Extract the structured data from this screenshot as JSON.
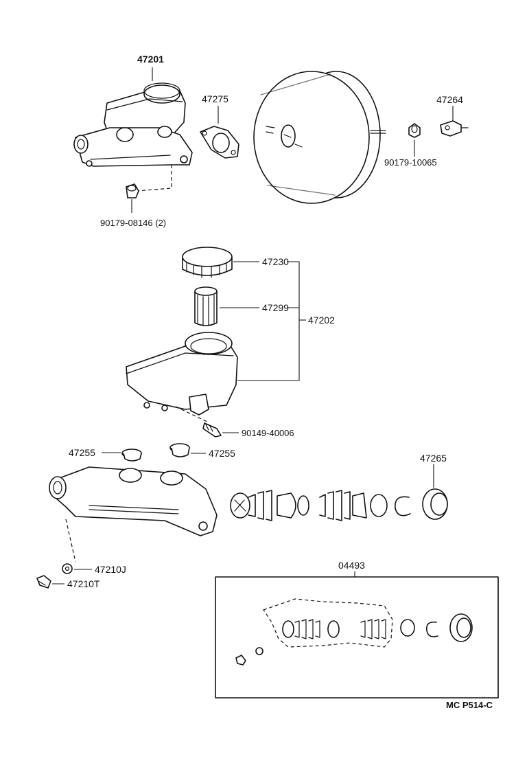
{
  "parts": {
    "reservoir_assy": "47201",
    "gasket": "47275",
    "clevis": "47264",
    "nut_booster": "90179-10065",
    "nut_cylinder": "90179-08146 (2)",
    "cap": "47230",
    "strainer": "47299",
    "reservoir_sub_assy": "47202",
    "screw": "90149-40006",
    "grommet_left": "47255",
    "grommet_right": "47255",
    "cylinder_seal": "47265",
    "gasket_j": "47210J",
    "union_bolt_t": "47210T",
    "repair_kit": "04493"
  },
  "footer": {
    "figure_code": "MC P514-C"
  }
}
